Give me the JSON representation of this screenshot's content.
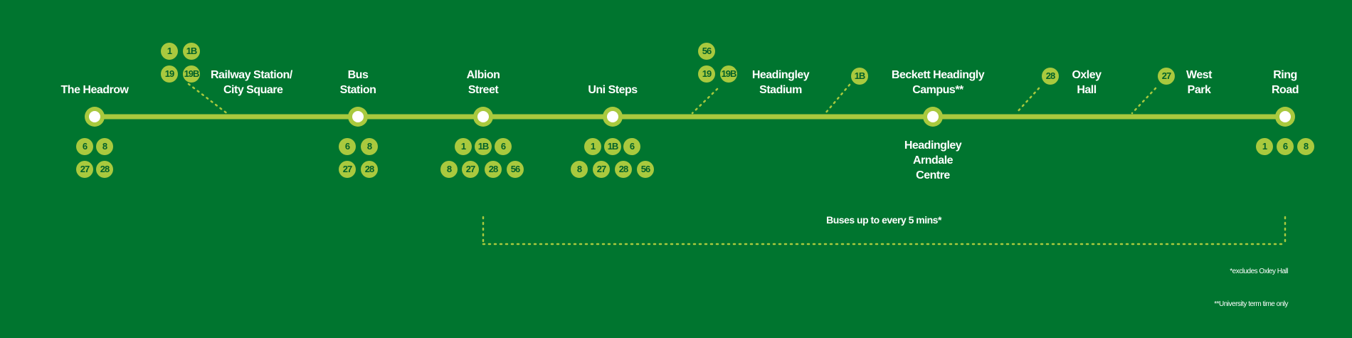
{
  "stops": [
    {
      "id": "headrow",
      "lines": [
        "The Headrow"
      ],
      "routes_below": [
        [
          "6",
          "8"
        ],
        [
          "27",
          "28"
        ]
      ]
    },
    {
      "id": "railway",
      "lines": [
        "Railway Station/",
        "City Square"
      ],
      "routes_above": [
        [
          "1",
          "1B"
        ],
        [
          "19",
          "19B"
        ]
      ]
    },
    {
      "id": "bus-station",
      "lines": [
        "Bus",
        "Station"
      ],
      "routes_below": [
        [
          "6",
          "8"
        ],
        [
          "27",
          "28"
        ]
      ]
    },
    {
      "id": "albion",
      "lines": [
        "Albion",
        "Street"
      ],
      "routes_below": [
        [
          "1",
          "1B",
          "6"
        ],
        [
          "8",
          "27",
          "28",
          "56"
        ]
      ]
    },
    {
      "id": "uni-steps",
      "lines": [
        "Uni Steps"
      ],
      "routes_below": [
        [
          "1",
          "1B",
          "6"
        ],
        [
          "8",
          "27",
          "28",
          "56"
        ]
      ]
    },
    {
      "id": "headingley-stadium",
      "lines": [
        "Headingley",
        "Stadium"
      ],
      "routes_above": [
        [
          "56"
        ],
        [
          "19",
          "19B"
        ]
      ]
    },
    {
      "id": "beckett",
      "lines": [
        "Beckett Headingly",
        "Campus**"
      ],
      "routes_above": [
        [
          "1B"
        ]
      ],
      "below_lines": [
        "Headingley",
        "Arndale",
        "Centre"
      ]
    },
    {
      "id": "oxley",
      "lines": [
        "Oxley",
        "Hall"
      ],
      "routes_above": [
        [
          "28"
        ]
      ]
    },
    {
      "id": "west-park",
      "lines": [
        "West",
        "Park"
      ],
      "routes_above": [
        [
          "27"
        ]
      ]
    },
    {
      "id": "ring-road",
      "lines": [
        "Ring",
        "Road"
      ],
      "routes_below": [
        [
          "1",
          "6",
          "8"
        ]
      ]
    }
  ],
  "frequency": "Buses up to every 5 mins*",
  "notes": [
    "*excludes Oxley Hall",
    "**University term time only"
  ],
  "colors": {
    "background": "#00752f",
    "line": "#a9c93e",
    "badge_text": "#00612a"
  }
}
